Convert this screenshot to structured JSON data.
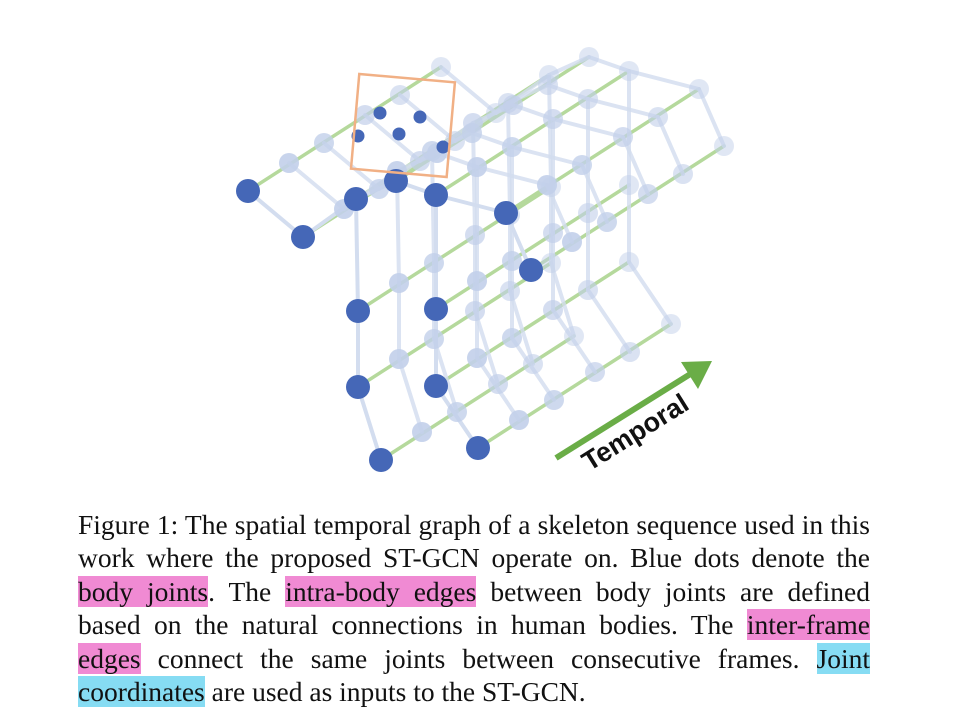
{
  "figure": {
    "arrow_label": "Temporal",
    "colors": {
      "joint_current": "#4567b7",
      "joint_faded": "#c2cfea",
      "intra_edge": "#d3ddef",
      "inter_edge": "#b5d99c",
      "arrow": "#6aad47",
      "zoom_box": "#f1b085"
    }
  },
  "caption": {
    "label": "Figure 1:",
    "t1": " The spatial temporal graph of a skeleton sequence used in this work where the proposed ST-GCN operate on. Blue dots denote the ",
    "h1": "body joints",
    "t2": ". The ",
    "h2": "intra-body edges",
    "t3": " between body joints are defined based on the natural connections in human bodies. The ",
    "h3": "inter-frame edges",
    "t4": " connect the same joints between consecutive frames. ",
    "h4": "Joint coordinates",
    "t5": " are used as inputs to the ST-GCN."
  }
}
